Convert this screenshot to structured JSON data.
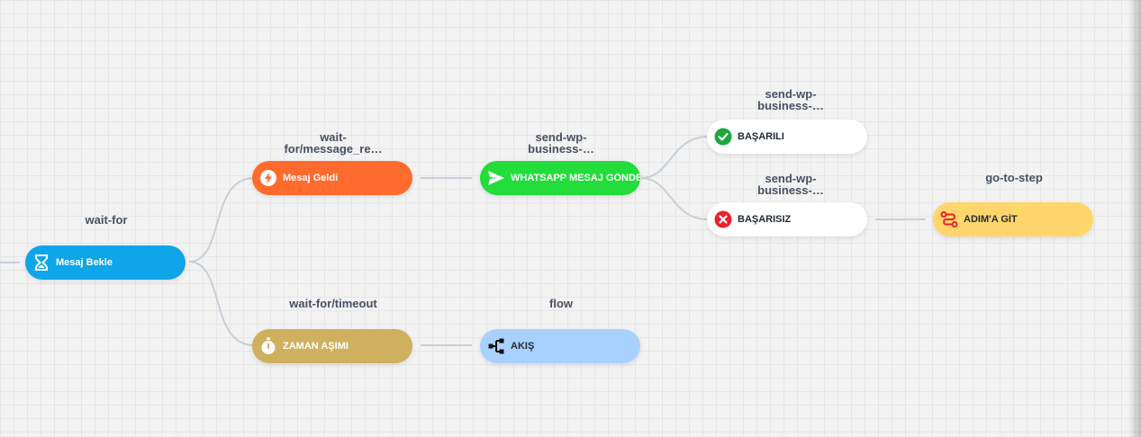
{
  "colors": {
    "wait_for": "#0ea5e9",
    "message_received": "#ff6b2c",
    "whatsapp": "#22dd3a",
    "success": "#ffffff",
    "failure": "#ffffff",
    "go_to_step": "#ffd66b",
    "timeout": "#cfb05e",
    "flow": "#a9d1ff",
    "edge": "#c6cfd8"
  },
  "nodes": {
    "wait_for": {
      "label": "wait-for",
      "title": "Mesaj Bekle",
      "icon": "hourglass-icon"
    },
    "message_received": {
      "label_line1": "wait-",
      "label_line2": "for/message_re…",
      "title": "Mesaj Geldi",
      "icon": "lightning-icon"
    },
    "whatsapp": {
      "label_line1": "send-wp-",
      "label_line2": "business-…",
      "title": "WHATSAPP MESAJ GÖNDE",
      "icon": "send-icon"
    },
    "success": {
      "label_line1": "send-wp-",
      "label_line2": "business-…",
      "title": "BAŞARILI",
      "icon": "check-circle-icon"
    },
    "failure": {
      "label_line1": "send-wp-",
      "label_line2": "business-…",
      "title": "BAŞARISIZ",
      "icon": "x-circle-icon"
    },
    "go_to_step": {
      "label": "go-to-step",
      "title": "ADIM'A GİT",
      "icon": "route-icon"
    },
    "timeout": {
      "label": "wait-for/timeout",
      "title": "ZAMAN AŞIMI",
      "icon": "stopwatch-icon"
    },
    "flow": {
      "label": "flow",
      "title": "AKIŞ",
      "icon": "flow-icon"
    }
  }
}
